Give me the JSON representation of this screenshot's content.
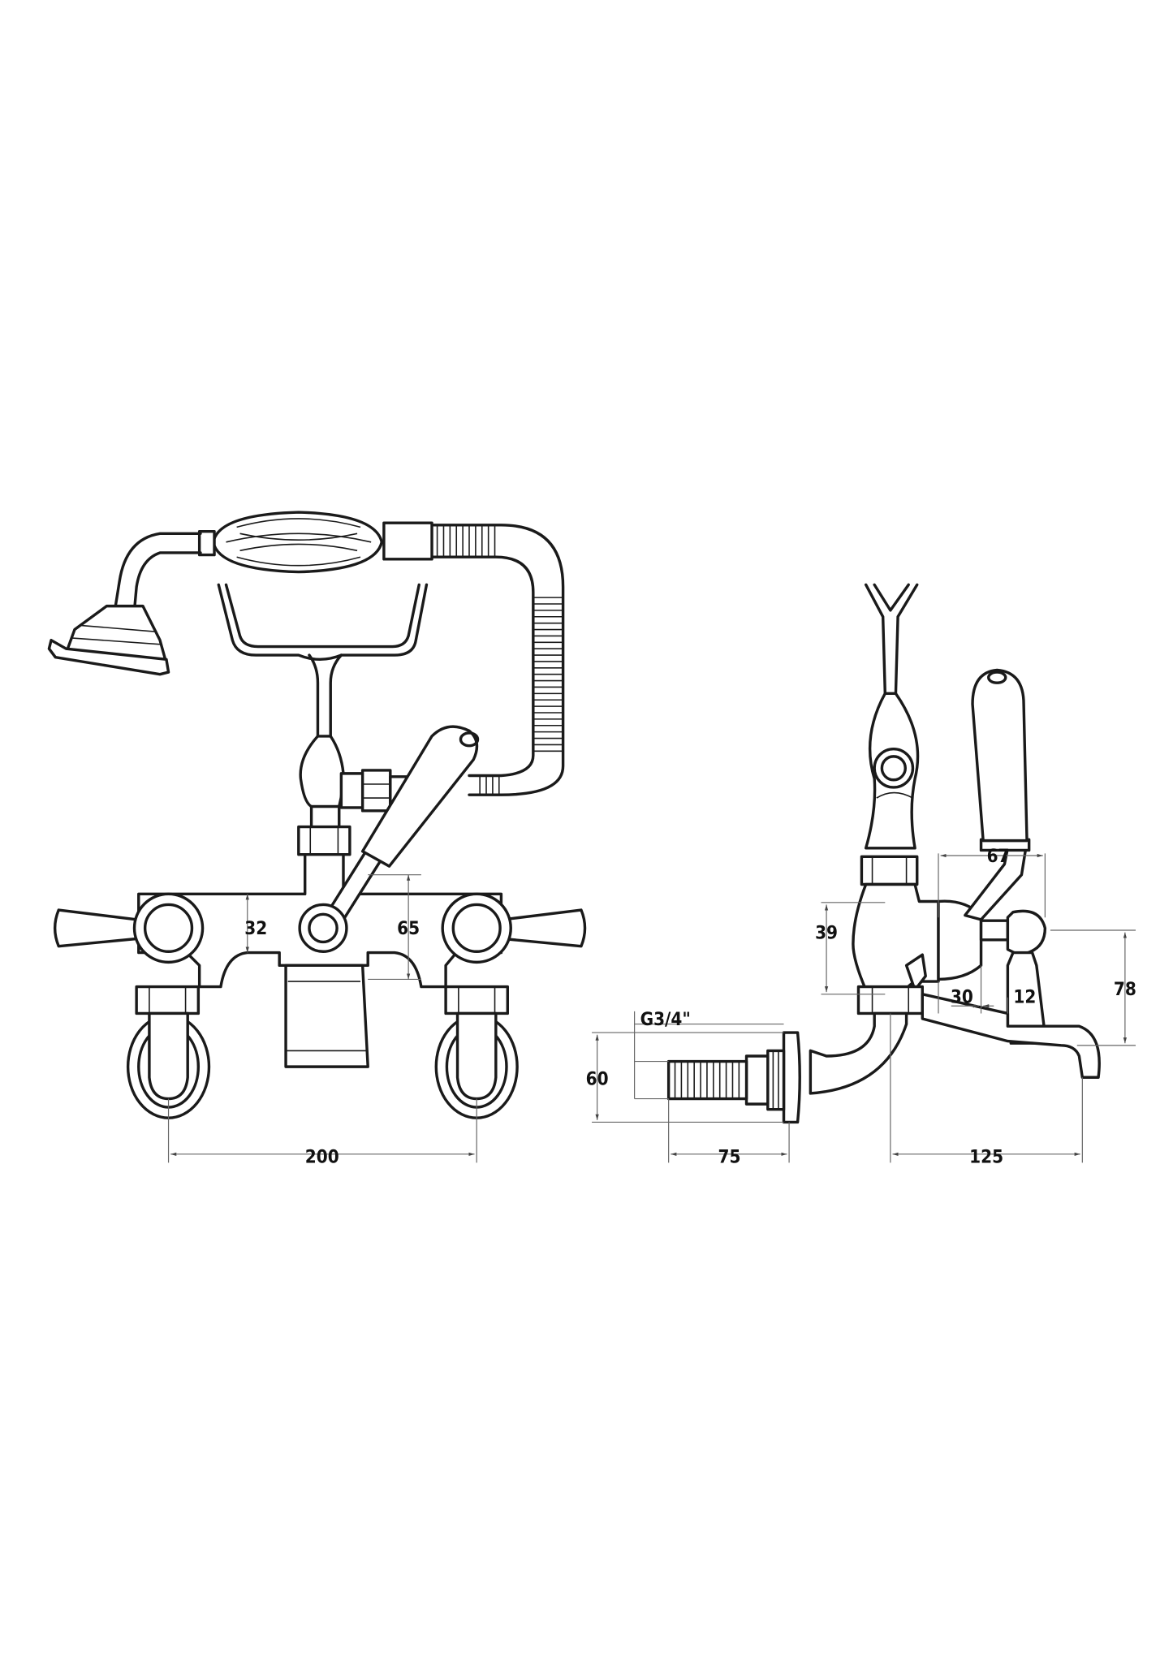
{
  "drawing": {
    "front_view": {
      "dimensions": {
        "body_height": "32",
        "outlet_height": "65",
        "centres": "200"
      }
    },
    "side_view": {
      "dimensions": {
        "lever_reach": "67",
        "valve_height": "39",
        "cap_depth": "30",
        "handle_offset": "12",
        "spout_height": "78",
        "thread": "G3/4\"",
        "flange_diameter": "60",
        "projection": "75",
        "spout_reach": "125"
      }
    },
    "line_color": "#1a1a1a",
    "background": "#ffffff"
  }
}
